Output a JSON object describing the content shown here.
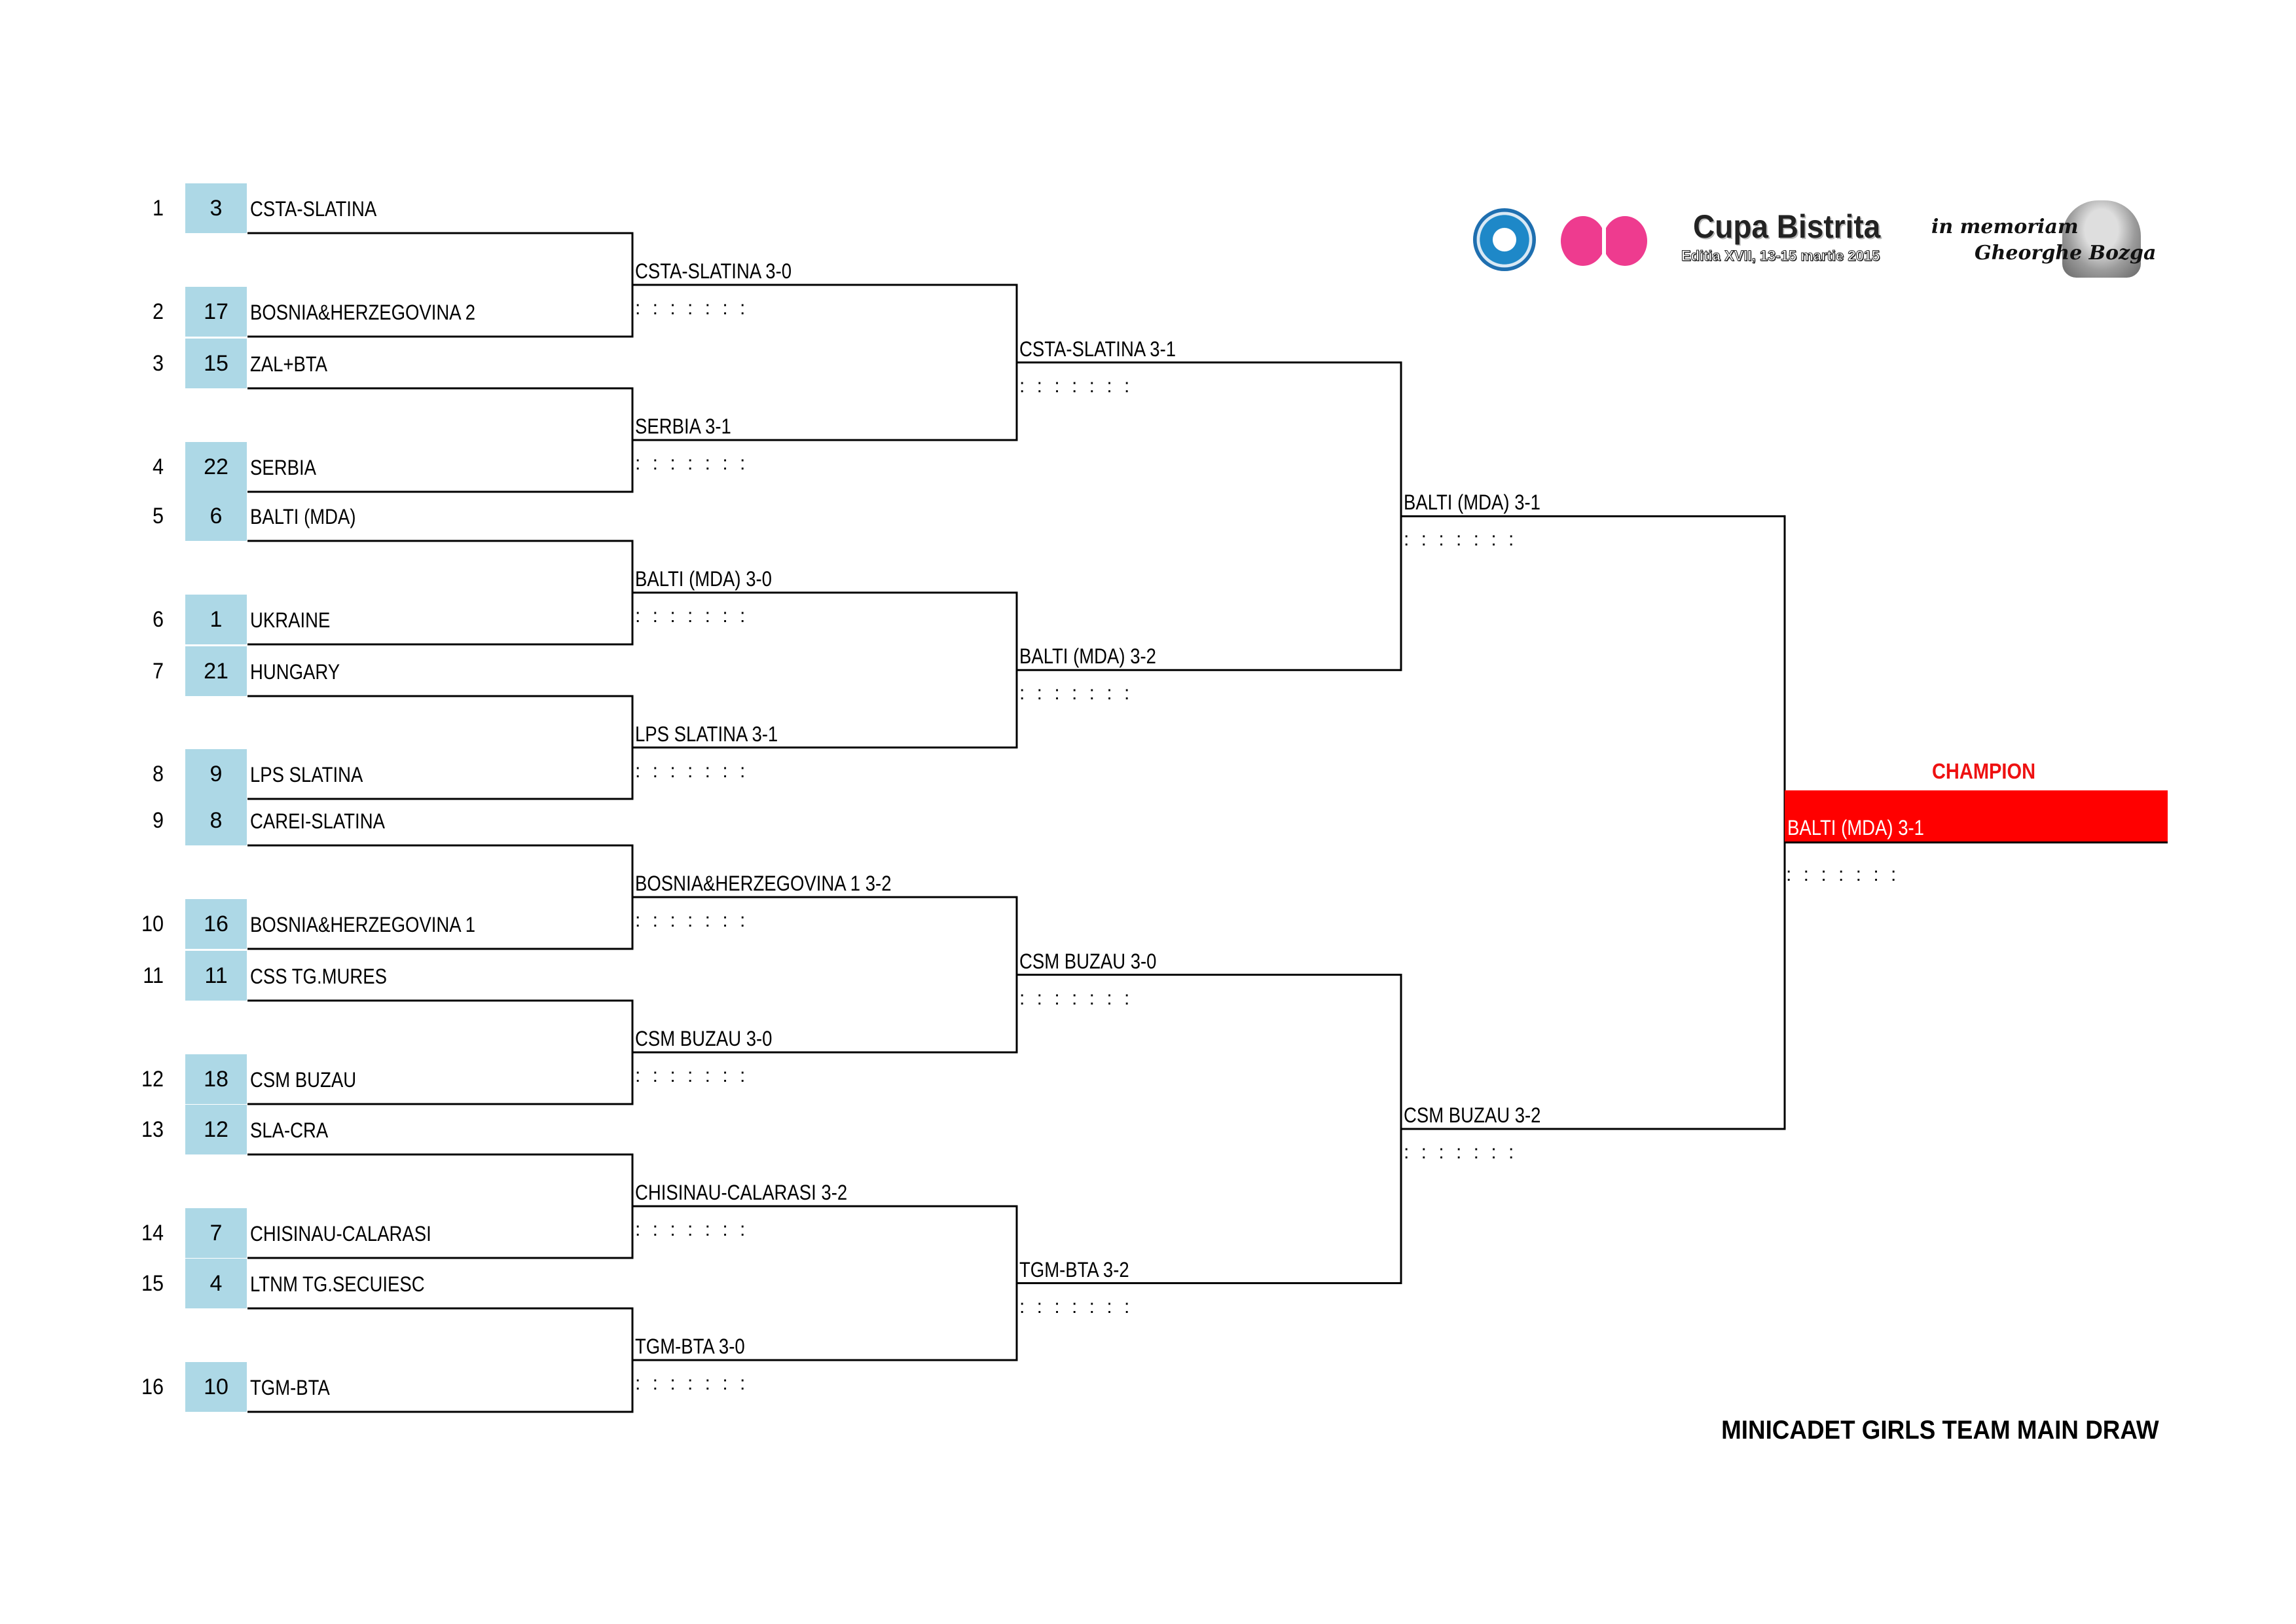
{
  "entries": [
    {
      "pos": "1",
      "seed": "3",
      "team": "CSTA-SLATINA"
    },
    {
      "pos": "2",
      "seed": "17",
      "team": "BOSNIA&HERZEGOVINA 2"
    },
    {
      "pos": "3",
      "seed": "15",
      "team": "ZAL+BTA"
    },
    {
      "pos": "4",
      "seed": "22",
      "team": "SERBIA"
    },
    {
      "pos": "5",
      "seed": "6",
      "team": "BALTI (MDA)"
    },
    {
      "pos": "6",
      "seed": "1",
      "team": "UKRAINE"
    },
    {
      "pos": "7",
      "seed": "21",
      "team": "HUNGARY"
    },
    {
      "pos": "8",
      "seed": "9",
      "team": "LPS SLATINA"
    },
    {
      "pos": "9",
      "seed": "8",
      "team": "CAREI-SLATINA"
    },
    {
      "pos": "10",
      "seed": "16",
      "team": "BOSNIA&HERZEGOVINA 1"
    },
    {
      "pos": "11",
      "seed": "11",
      "team": "CSS TG.MURES"
    },
    {
      "pos": "12",
      "seed": "18",
      "team": "CSM BUZAU"
    },
    {
      "pos": "13",
      "seed": "12",
      "team": "SLA-CRA"
    },
    {
      "pos": "14",
      "seed": "7",
      "team": "CHISINAU-CALARASI"
    },
    {
      "pos": "15",
      "seed": "4",
      "team": "LTNM TG.SECUIESC"
    },
    {
      "pos": "16",
      "seed": "10",
      "team": "TGM-BTA"
    }
  ],
  "round2": [
    {
      "result": "CSTA-SLATINA 3-0",
      "dots": ": : : : : : :"
    },
    {
      "result": "SERBIA 3-1",
      "dots": ": : : : : : :"
    },
    {
      "result": "BALTI (MDA) 3-0",
      "dots": ": : : : : : :"
    },
    {
      "result": "LPS SLATINA 3-1",
      "dots": ": : : : : : :"
    },
    {
      "result": "BOSNIA&HERZEGOVINA 1 3-2",
      "dots": ": : : : : : :"
    },
    {
      "result": "CSM BUZAU 3-0",
      "dots": ": : : : : : :"
    },
    {
      "result": "CHISINAU-CALARASI 3-2",
      "dots": ": : : : : : :"
    },
    {
      "result": "TGM-BTA 3-0",
      "dots": ": : : : : : :"
    }
  ],
  "round3": [
    {
      "result": "CSTA-SLATINA 3-1",
      "dots": ": : : : : : :"
    },
    {
      "result": "BALTI (MDA) 3-2",
      "dots": ": : : : : : :"
    },
    {
      "result": "CSM BUZAU 3-0",
      "dots": ": : : : : : :"
    },
    {
      "result": "TGM-BTA 3-2",
      "dots": ": : : : : : :"
    }
  ],
  "round4": [
    {
      "result": "BALTI (MDA) 3-1",
      "dots": ": : : : : : :"
    },
    {
      "result": "CSM BUZAU 3-2",
      "dots": ": : : : : : :"
    }
  ],
  "champion": {
    "label": "CHAMPION",
    "result": "BALTI (MDA) 3-1",
    "dots": ": : : : : : :"
  },
  "header": {
    "cup_title": "Cupa Bistrita",
    "cup_subtitle": "Editia XVII, 13-15 martie 2015",
    "memoriam_line1": "in memoriam",
    "memoriam_line2": "Gheorghe Bozga"
  },
  "footer": {
    "title": "MINICADET GIRLS TEAM MAIN DRAW"
  },
  "colors": {
    "seed_bg": "#add8e6",
    "champion_bg": "#ff0000",
    "champion_label": "#e11111",
    "line": "#000000"
  },
  "icons": {
    "federation_logo": "federation-logo-icon",
    "sponsor_logo": "butterfly-logo-icon",
    "portrait": "portrait-photo"
  }
}
